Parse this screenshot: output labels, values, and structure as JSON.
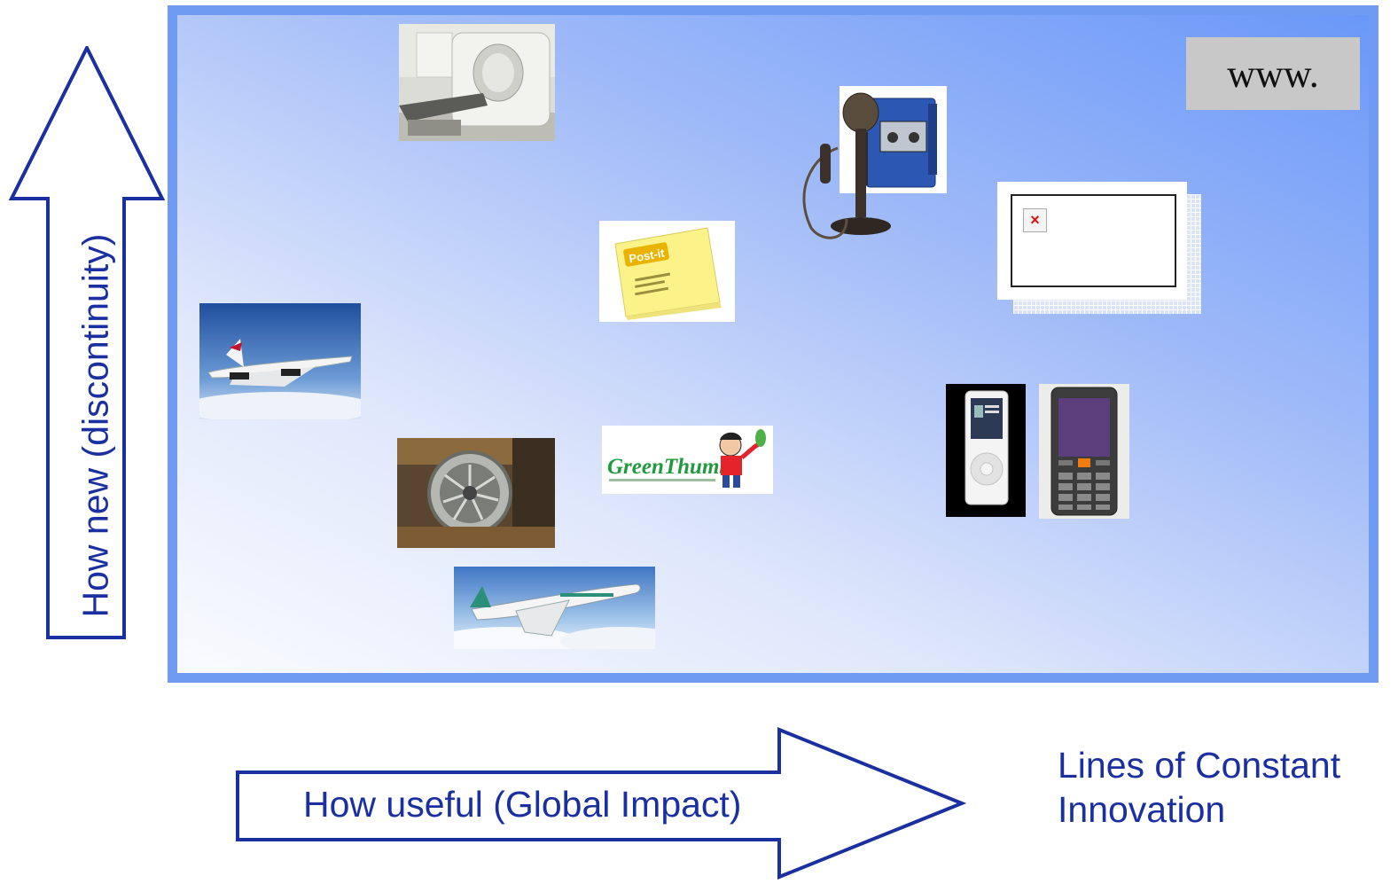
{
  "axes": {
    "y_label": "How new (discontinuity)",
    "x_label": "How useful (Global Impact)"
  },
  "legend": {
    "lines_label_1": "Lines of Constant",
    "lines_label_2": "Innovation"
  },
  "www_label": "www.",
  "broken_image_glyph": "×",
  "images": [
    {
      "name": "ct-scanner-photo"
    },
    {
      "name": "telephone-walkman-photo"
    },
    {
      "name": "post-it-notes-photo"
    },
    {
      "name": "concorde-photo"
    },
    {
      "name": "jet-engine-photo"
    },
    {
      "name": "greenthumb-logo"
    },
    {
      "name": "jumbo-jet-photo"
    },
    {
      "name": "ipod-photo"
    },
    {
      "name": "mobile-phone-photo"
    },
    {
      "name": "broken-image-placeholder"
    }
  ],
  "logo_text": {
    "postit": "Post-it",
    "greenthumb": "GreenThumb"
  },
  "colors": {
    "arrow_stroke": "#1a2fa0",
    "panel_border": "#6f9bf2",
    "panel_top_right": "#6a98f8",
    "panel_bottom_left": "#fafbff"
  }
}
